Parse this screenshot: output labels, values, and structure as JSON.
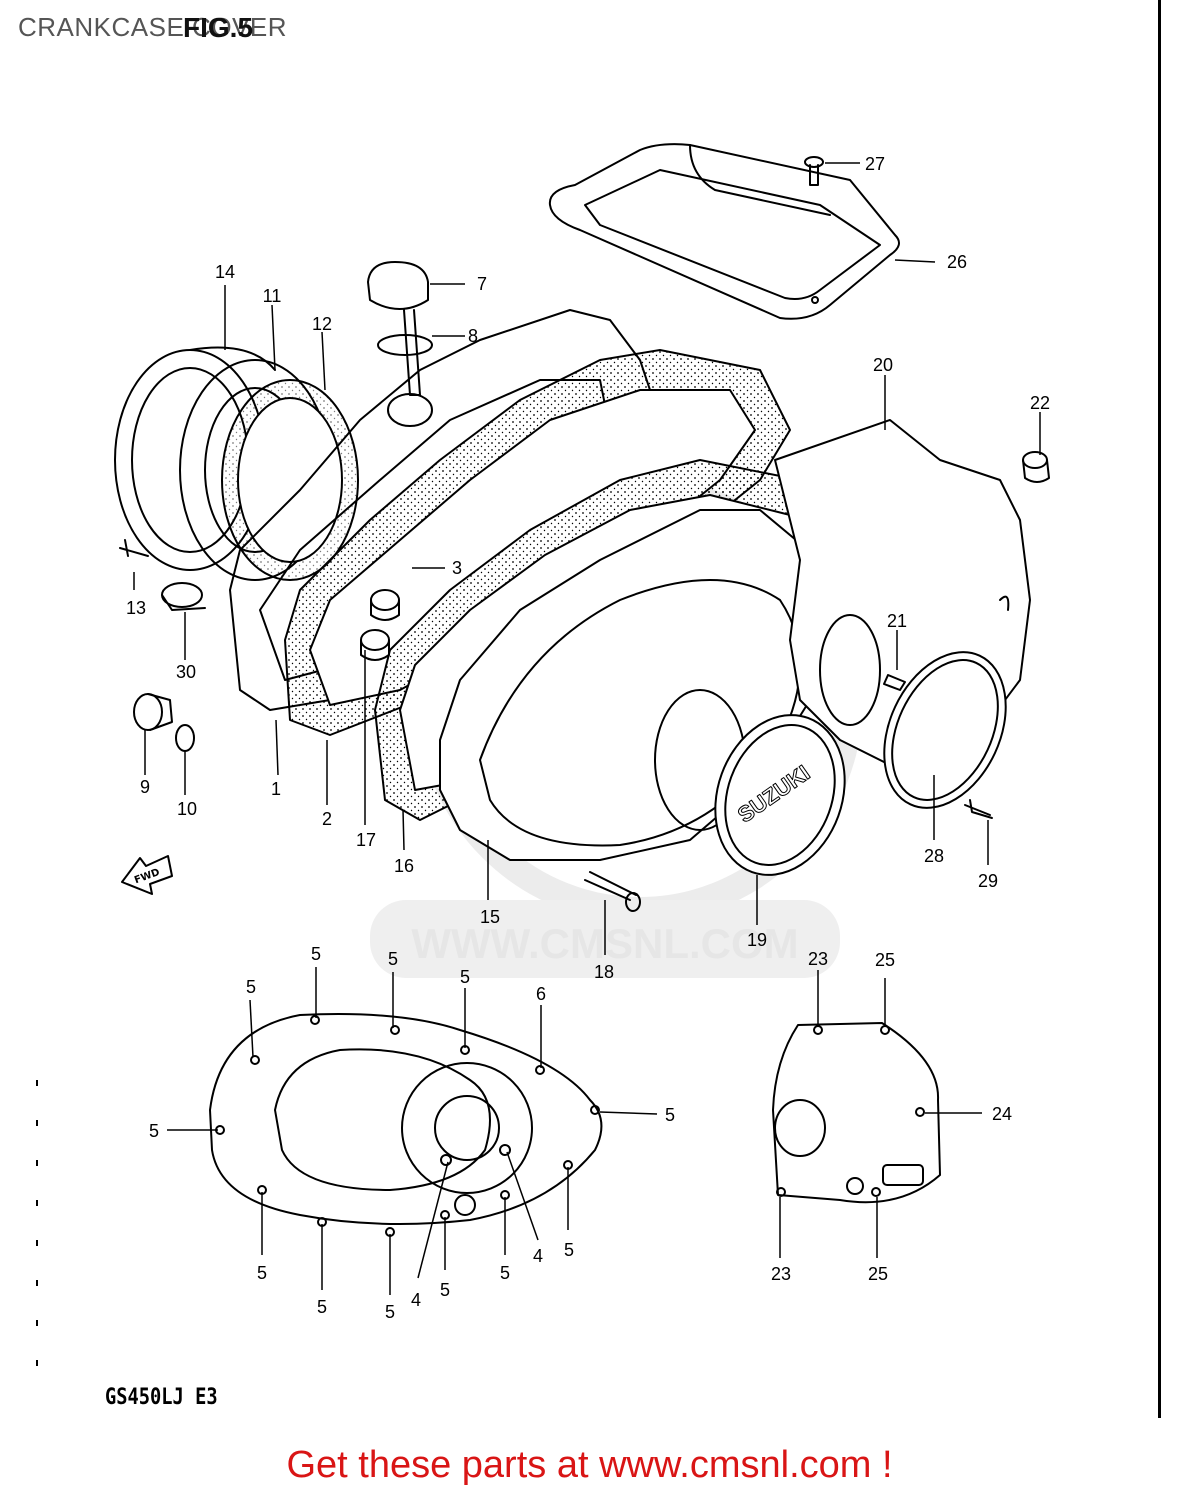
{
  "header": {
    "title": "CRANKCASE COVER",
    "figure": "FIG.5"
  },
  "watermark": "WWW.CMSNL.COM",
  "diagram": {
    "fwd_label": "FWD",
    "badge_text": "SUZUKI",
    "part_numbers": [
      {
        "id": "27",
        "text": "27"
      },
      {
        "id": "26",
        "text": "26"
      },
      {
        "id": "14",
        "text": "14"
      },
      {
        "id": "11",
        "text": "11"
      },
      {
        "id": "12",
        "text": "12"
      },
      {
        "id": "7",
        "text": "7"
      },
      {
        "id": "8",
        "text": "8"
      },
      {
        "id": "20",
        "text": "20"
      },
      {
        "id": "22",
        "text": "22"
      },
      {
        "id": "3",
        "text": "3"
      },
      {
        "id": "13",
        "text": "13"
      },
      {
        "id": "30",
        "text": "30"
      },
      {
        "id": "21",
        "text": "21"
      },
      {
        "id": "9",
        "text": "9"
      },
      {
        "id": "10",
        "text": "10"
      },
      {
        "id": "1",
        "text": "1"
      },
      {
        "id": "2",
        "text": "2"
      },
      {
        "id": "17",
        "text": "17"
      },
      {
        "id": "16",
        "text": "16"
      },
      {
        "id": "15",
        "text": "15"
      },
      {
        "id": "28",
        "text": "28"
      },
      {
        "id": "29",
        "text": "29"
      },
      {
        "id": "18",
        "text": "18"
      },
      {
        "id": "19",
        "text": "19"
      },
      {
        "id": "6",
        "text": "6"
      },
      {
        "id": "4",
        "text": "4"
      },
      {
        "id": "23",
        "text": "23"
      },
      {
        "id": "25",
        "text": "25"
      },
      {
        "id": "24",
        "text": "24"
      },
      {
        "id": "5",
        "text": "5"
      }
    ]
  },
  "footer": {
    "model": "GS450LJ E3",
    "cta": "Get these parts at www.cmsnl.com !"
  },
  "colors": {
    "cta": "#d91515",
    "line": "#000000",
    "watermark": "#e6e6e6"
  }
}
